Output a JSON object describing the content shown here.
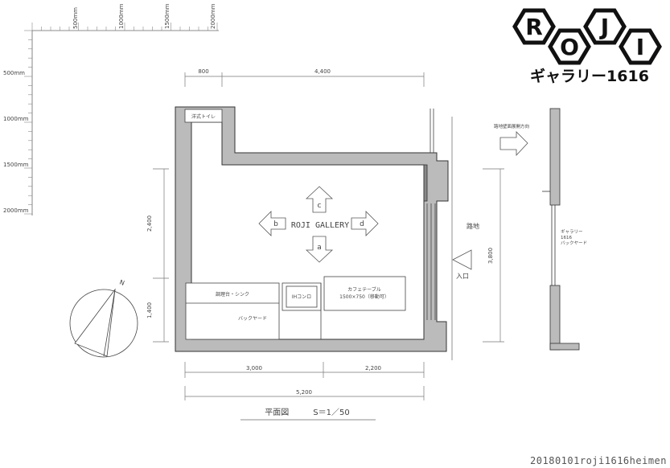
{
  "scale_bar": {
    "h_labels": [
      "500mm",
      "1000mm",
      "1500mm",
      "2000mm"
    ],
    "v_labels": [
      "500mm",
      "1000mm",
      "1500mm",
      "2000mm"
    ]
  },
  "logo": {
    "letters": [
      "R",
      "O",
      "J",
      "I"
    ],
    "subtitle": "ギャラリー1616"
  },
  "dimensions": {
    "top_left": "800",
    "top_right": "4,400",
    "left_upper": "2,400",
    "left_lower": "1,400",
    "bottom_left": "3,000",
    "bottom_right": "2,200",
    "bottom_total": "5,200",
    "right_height": "3,800"
  },
  "rooms": {
    "toilet": "洋式トイレ",
    "gallery": "ROJI GALLERY",
    "prep": "調理台・シンク",
    "stove": "IHコンロ",
    "table_line1": "カフェテーブル",
    "table_line2": "1500×750（移動可）",
    "backyard": "バックヤード"
  },
  "arrows": {
    "up": "c",
    "left": "b",
    "right": "d",
    "down": "a"
  },
  "street": {
    "alley": "路地",
    "entrance": "入口"
  },
  "section": {
    "direction_note": "路地壁面展開方向",
    "label_line1": "ギャラリー",
    "label_line2": "1616",
    "label_line3": "バックヤード"
  },
  "compass": {
    "north": "N"
  },
  "caption": "平面図　　　S＝1／50",
  "footer": "20180101roji1616heimen"
}
